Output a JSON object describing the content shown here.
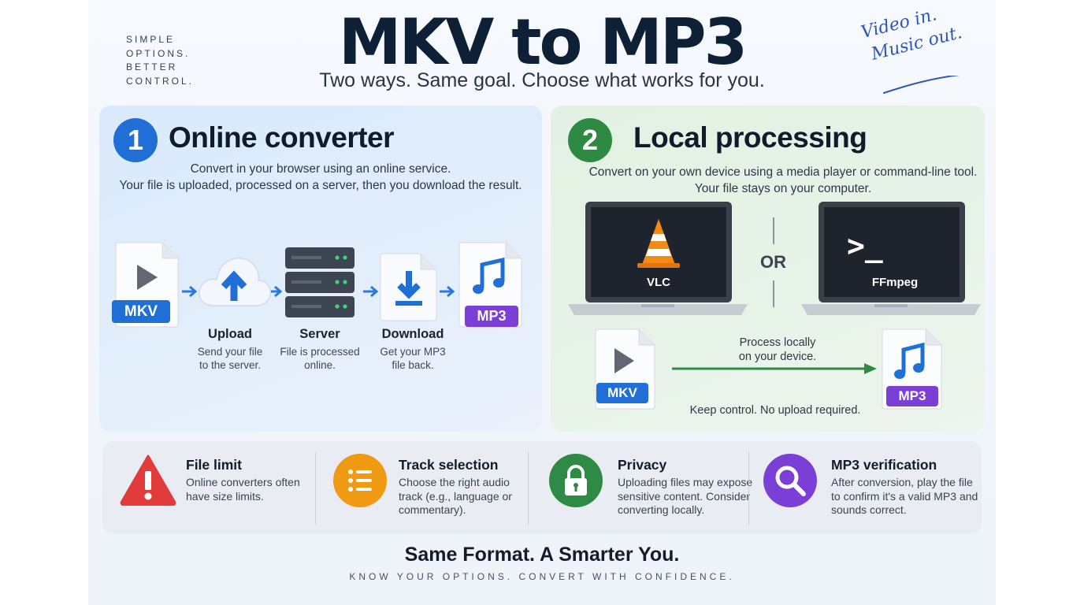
{
  "header": {
    "tagline": [
      "SIMPLE",
      "OPTIONS.",
      "BETTER",
      "CONTROL."
    ],
    "title": "MKV to MP3",
    "subtitle": "Two ways. Same goal. Choose what works for you.",
    "script_note": [
      "Video in.",
      "Music out."
    ]
  },
  "online": {
    "number": "1",
    "title": "Online converter",
    "desc": [
      "Convert in your browser using an online service.",
      "Your file is uploaded, processed on a server, then you download the result."
    ],
    "source_badge": "MKV",
    "output_badge": "MP3",
    "steps": [
      {
        "title": "Upload",
        "text": [
          "Send your file",
          "to the server."
        ]
      },
      {
        "title": "Server",
        "text": [
          "File is processed",
          "online."
        ]
      },
      {
        "title": "Download",
        "text": [
          "Get your MP3",
          "file back."
        ]
      }
    ]
  },
  "local": {
    "number": "2",
    "title": "Local processing",
    "desc": [
      "Convert on your own device using a media player or command-line tool.",
      "Your file stays on your computer."
    ],
    "tool_a": "VLC",
    "or": "OR",
    "tool_b": "FFmpeg",
    "terminal_prompt": ">_",
    "source_badge": "MKV",
    "output_badge": "MP3",
    "arrow_label": [
      "Process locally",
      "on your device."
    ],
    "note": "Keep control. No upload required."
  },
  "tips": [
    {
      "title": "File limit",
      "text": [
        "Online converters often",
        "have size limits."
      ],
      "icon": "warning-icon",
      "color": "#e23b3b"
    },
    {
      "title": "Track selection",
      "text": [
        "Choose the right audio",
        "track (e.g., language or",
        "commentary)."
      ],
      "icon": "list-icon",
      "color": "#ef9a12"
    },
    {
      "title": "Privacy",
      "text": [
        "Uploading files may expose",
        "sensitive content. Consider",
        "converting locally."
      ],
      "icon": "lock-icon",
      "color": "#2f8a45"
    },
    {
      "title": "MP3 verification",
      "text": [
        "After conversion, play the file",
        "to confirm it's a valid MP3 and",
        "sounds correct."
      ],
      "icon": "magnifier-icon",
      "color": "#7b3fd6"
    }
  ],
  "footer": {
    "headline": "Same Format. A Smarter You.",
    "sub": "KNOW YOUR OPTIONS. CONVERT WITH CONFIDENCE."
  },
  "colors": {
    "blue_accent": "#1f6fd6",
    "green_accent": "#2e8a43",
    "mkv_badge": "#1f6fd6",
    "mp3_badge": "#7b3fd6"
  }
}
